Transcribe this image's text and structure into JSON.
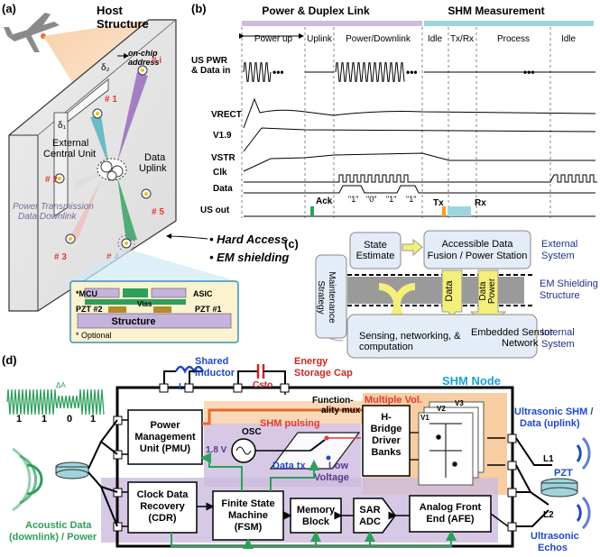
{
  "panels": {
    "a": "(a)",
    "b": "(b)",
    "c": "(c)",
    "d": "(d)"
  },
  "a": {
    "host_structure": [
      "Host",
      "Structure"
    ],
    "on_chip_address": [
      "on-chip",
      "address"
    ],
    "delta2": "δ₂",
    "delta1": "δ₁",
    "nodes": [
      "# 1",
      "# i",
      "# 2",
      "# 5",
      "# 3",
      "# 4"
    ],
    "external_unit": [
      "External",
      "Central Unit"
    ],
    "data_uplink": [
      "Data",
      "Uplink"
    ],
    "power_downlink": [
      "Power Transmission",
      "Data Downlink"
    ],
    "bullets": [
      "Hard Access",
      "EM shielding"
    ],
    "inset": {
      "mcu": "*MCU",
      "asic": "ASIC",
      "vias": "Vias",
      "pzt2": "PZT #2",
      "pzt1": "PZT #1",
      "structure": "Structure",
      "optional": "* Optional"
    }
  },
  "b": {
    "header_left": "Power & Duplex Link",
    "header_right": "SHM Measurement",
    "phases": [
      "Power up",
      "Uplink",
      "Power/Downlink",
      "Idle",
      "Tx/Rx",
      "Process",
      "Idle"
    ],
    "signals": [
      "US PWR",
      "& Data in",
      "VRECT",
      "V1.9",
      "VSTR",
      "Clk",
      "Data",
      "US out"
    ],
    "data_bits": [
      "\"1\"",
      "\"0\"",
      "\"1\"",
      "\"1\""
    ],
    "ack": "Ack",
    "tx": "Tx",
    "rx": "Rx"
  },
  "c": {
    "state_estimate": [
      "State",
      "Estimate"
    ],
    "fusion": [
      "Accessible Data",
      "Fusion / Power Station"
    ],
    "external_system": [
      "External",
      "System"
    ],
    "maintenance": [
      "Maintenance",
      "Strategy"
    ],
    "em_structure": [
      "EM Shielding",
      "Structure"
    ],
    "data": "Data",
    "power": "Power",
    "data2": "Data",
    "sensing": [
      "Sensing, networking, &",
      "computation"
    ],
    "embedded": [
      "Embedded Sensor",
      "Network"
    ],
    "internal_system": [
      "Internal",
      "System"
    ]
  },
  "d": {
    "shared_inductor": [
      "Shared",
      "Inductor"
    ],
    "lb": "Lb",
    "csto": "Csto",
    "energy_cap": [
      "Energy",
      "Storage Cap"
    ],
    "shm_node": "SHM Node",
    "delta_a": "ΔA",
    "bits": [
      "1",
      "1",
      "0",
      "1"
    ],
    "pmu": [
      "Power",
      "Management",
      "Unit (PMU)"
    ],
    "v18": "1.8 V",
    "shm_pulsing": "SHM pulsing",
    "func_mux": [
      "Function-",
      "ality mux"
    ],
    "osc": "OSC",
    "data_tx": "Data tx",
    "low_voltage": [
      "Low",
      "Voltage"
    ],
    "multiple_vol": "Multiple Vol.",
    "hbridge": [
      "H-",
      "Bridge",
      "Driver",
      "Banks"
    ],
    "v_labels": [
      "V1",
      "V2",
      "V3"
    ],
    "ultrasonic_shm": [
      "Ultrasonic SHM /",
      "Data (uplink)"
    ],
    "l1": "L1",
    "l2": "L2",
    "pzt": "PZT",
    "cdr": [
      "Clock Data",
      "Recovery",
      "(CDR)"
    ],
    "fsm": [
      "Finite State",
      "Machine",
      "(FSM)"
    ],
    "memory": [
      "Memory",
      "Block"
    ],
    "sar": [
      "SAR",
      "ADC"
    ],
    "afe": [
      "Analog Front",
      "End (AFE)"
    ],
    "acoustic": [
      "Acoustic Data",
      "(downlink) / Power"
    ],
    "echos": [
      "Ultrasonic",
      "Echos"
    ]
  },
  "colors": {
    "orange": "#f5c08a",
    "purple": "#cdbcde",
    "teal": "#9fd4dc",
    "green": "#2ca05a",
    "red": "#e53935",
    "blue": "#1f49c7",
    "yellow": "#f3ef7a",
    "grey": "#6e6e6e"
  }
}
